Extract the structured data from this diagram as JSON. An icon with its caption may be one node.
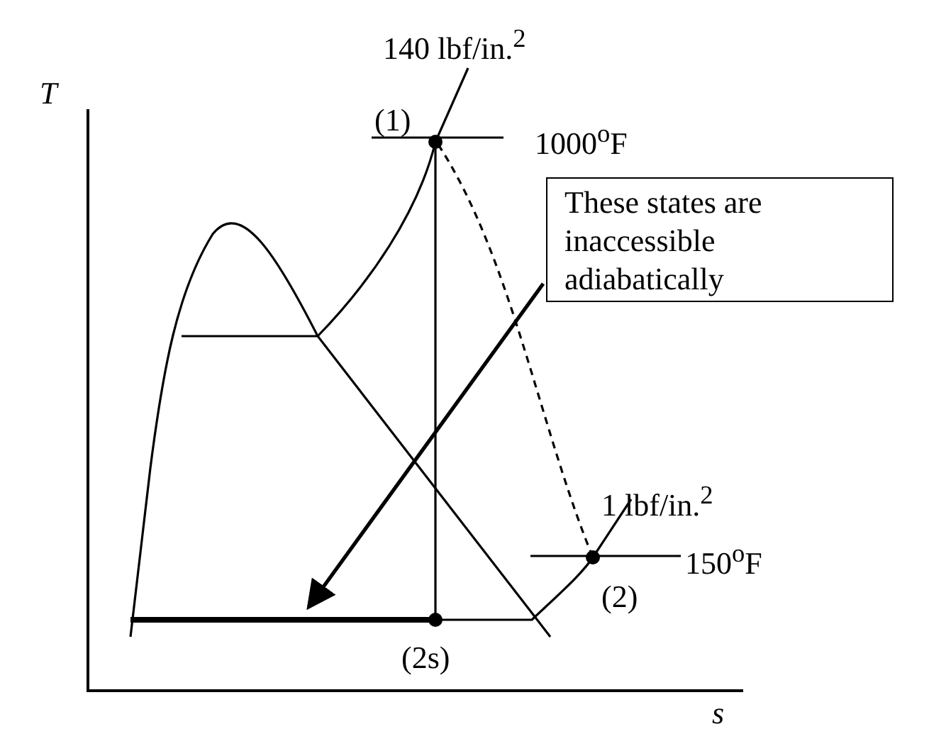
{
  "diagram": {
    "nodes": [
      {
        "text": [
          "These states are inaccessible adiabatically"
        ]
      },
      {
        "text": [],
        "shape": "bar"
      }
    ],
    "edges": [
      {
        "from": 0,
        "to": 1,
        "arrow": "to"
      }
    ],
    "labels": [
      "140 lbf/in.$^{2}$",
      "T",
      "(1)",
      "1000$^{o}$F",
      "1 lbf/in.$^{2}$",
      "150$^{o}$F",
      "(2)",
      "(2s)",
      "s"
    ]
  }
}
